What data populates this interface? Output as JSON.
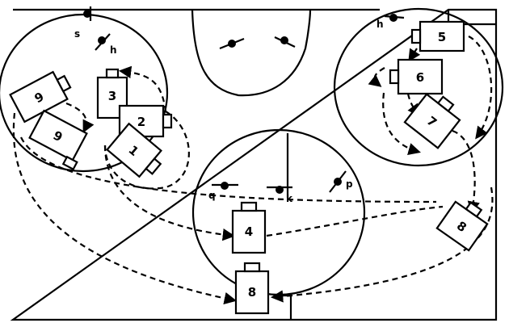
{
  "camera_labels": {
    "c1": "1",
    "c2": "2",
    "c3": "3",
    "c4": "4",
    "c5": "5",
    "c6": "6",
    "c7": "7",
    "c8a": "8",
    "c8b": "8",
    "c9a": "9",
    "c9b": "9"
  },
  "point_labels": {
    "s": "s",
    "h_left": "h",
    "h_right": "h",
    "q": "q",
    "k": "k",
    "p": "p"
  }
}
